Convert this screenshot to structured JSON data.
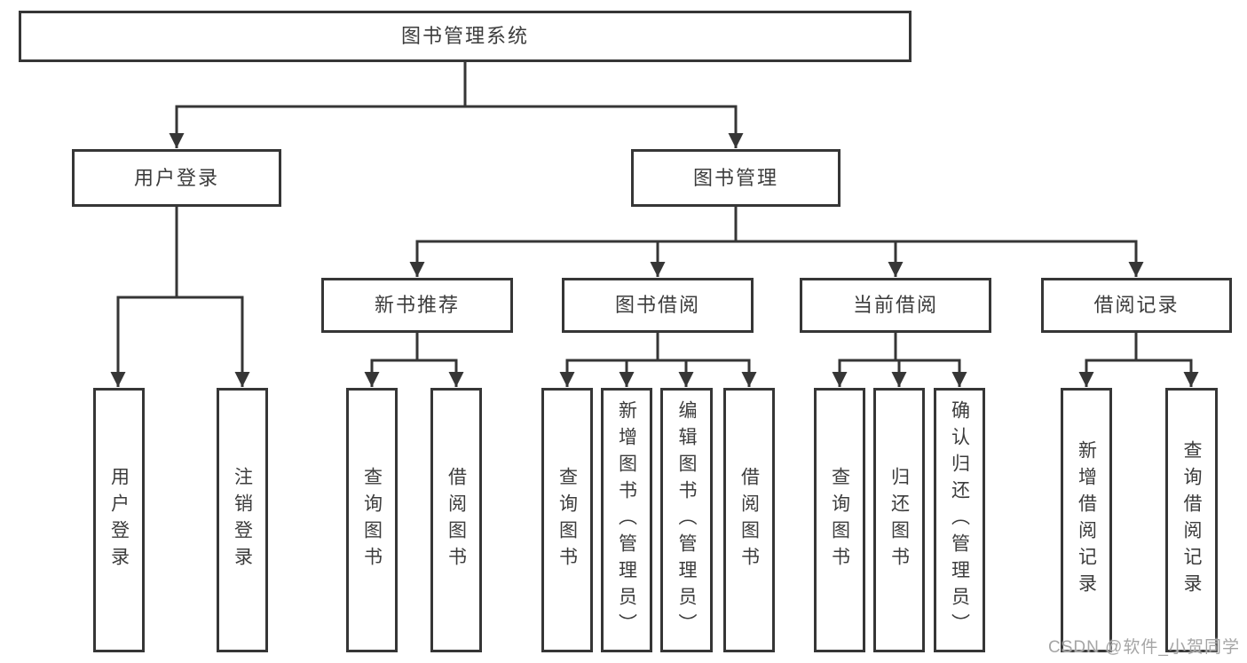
{
  "colors": {
    "line": "#363636",
    "box_border": "#363636",
    "text": "#3c3c3c",
    "watermark": "#a5a5a5",
    "background": "#ffffff"
  },
  "watermark": {
    "text": "CSDN @软件_小贺同学"
  },
  "tree": {
    "label": "图书管理系统",
    "children": [
      {
        "label": "用户登录",
        "children": [
          {
            "label": "用户登录"
          },
          {
            "label": "注销登录"
          }
        ]
      },
      {
        "label": "图书管理",
        "children": [
          {
            "label": "新书推荐",
            "children": [
              {
                "label": "查询图书"
              },
              {
                "label": "借阅图书"
              }
            ]
          },
          {
            "label": "图书借阅",
            "children": [
              {
                "label": "查询图书"
              },
              {
                "label": "新增图书（管理员）"
              },
              {
                "label": "编辑图书（管理员）"
              },
              {
                "label": "借阅图书"
              }
            ]
          },
          {
            "label": "当前借阅",
            "children": [
              {
                "label": "查询图书"
              },
              {
                "label": "归还图书"
              },
              {
                "label": "确认归还（管理员）"
              }
            ]
          },
          {
            "label": "借阅记录",
            "children": [
              {
                "label": "新增借阅记录"
              },
              {
                "label": "查询借阅记录"
              }
            ]
          }
        ]
      }
    ]
  }
}
